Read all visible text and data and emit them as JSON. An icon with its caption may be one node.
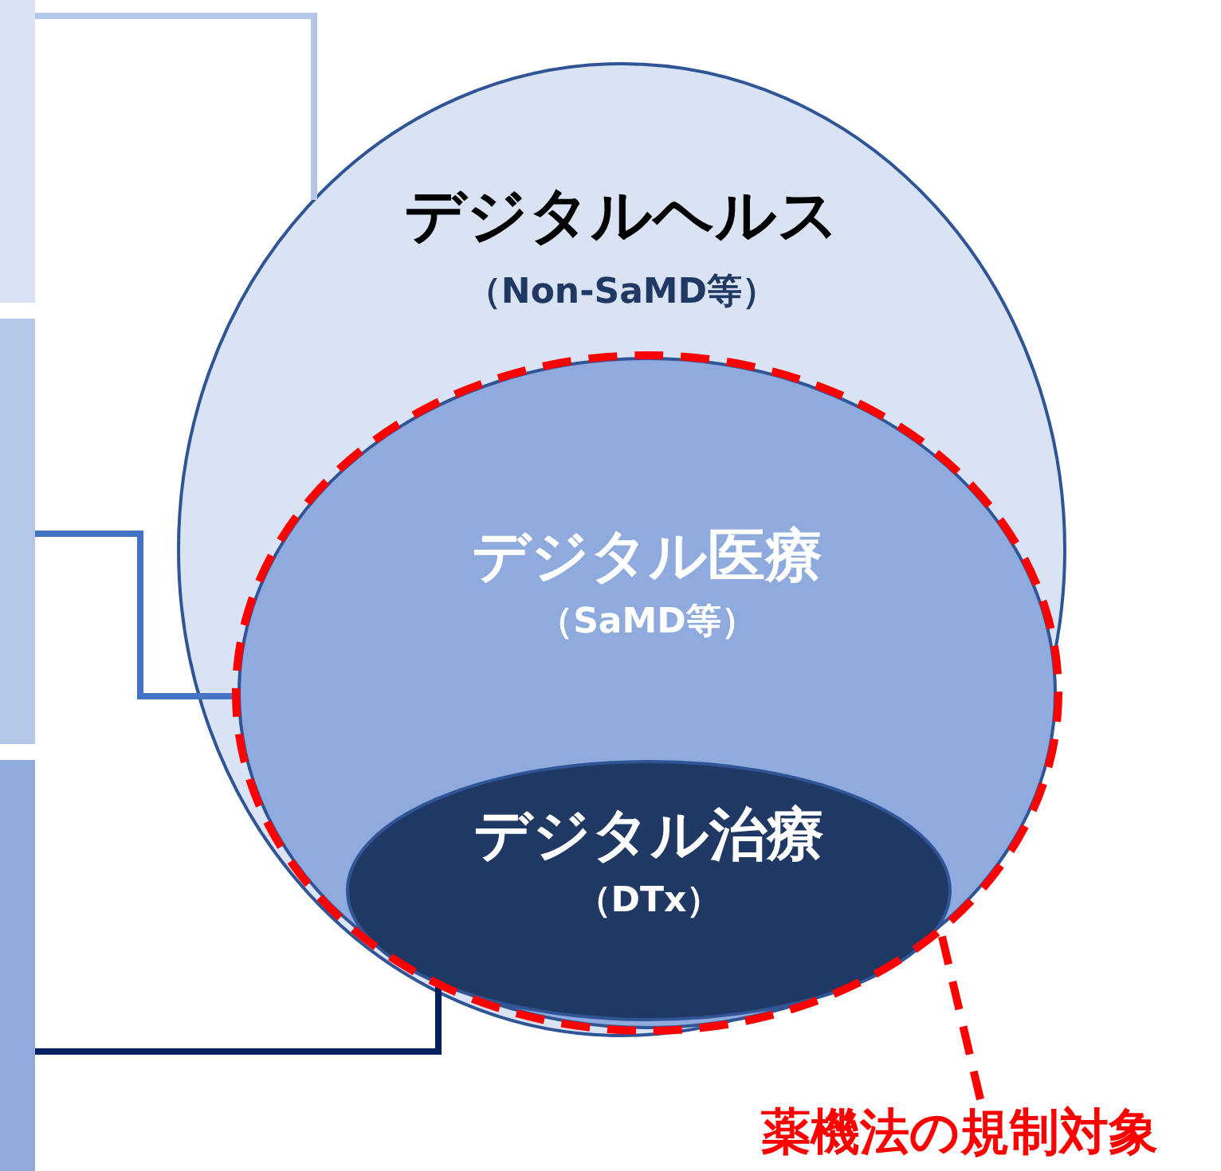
{
  "diagram": {
    "nodes": [
      {
        "text": [],
        "shape": "bar"
      },
      {
        "text": [],
        "shape": "bar"
      },
      {
        "text": [],
        "shape": "bar"
      },
      {
        "text": [
          "デジタルヘルス",
          "（Non-SaMD等）"
        ]
      },
      {
        "text": [
          "デジタル医療",
          "（SaMD等）"
        ],
        "in": 3
      },
      {
        "text": [
          "デジタル治療",
          "（DTx）"
        ],
        "in": 4
      },
      {
        "text": [],
        "shape": "ellipse",
        "in": 3
      },
      {
        "text": [
          "薬機法の規制対象"
        ]
      }
    ],
    "edges": [
      {
        "from": 0,
        "to": 3,
        "arrow": "none",
        "color": "#b4c7e7"
      },
      {
        "from": 1,
        "to": 4,
        "arrow": "none",
        "color": "#4472c4"
      },
      {
        "from": 2,
        "to": 5,
        "arrow": "none",
        "color": "#002060"
      },
      {
        "from": 7,
        "to": 6,
        "arrow": "none",
        "style": "dashed",
        "color": "#ff0000"
      }
    ]
  }
}
